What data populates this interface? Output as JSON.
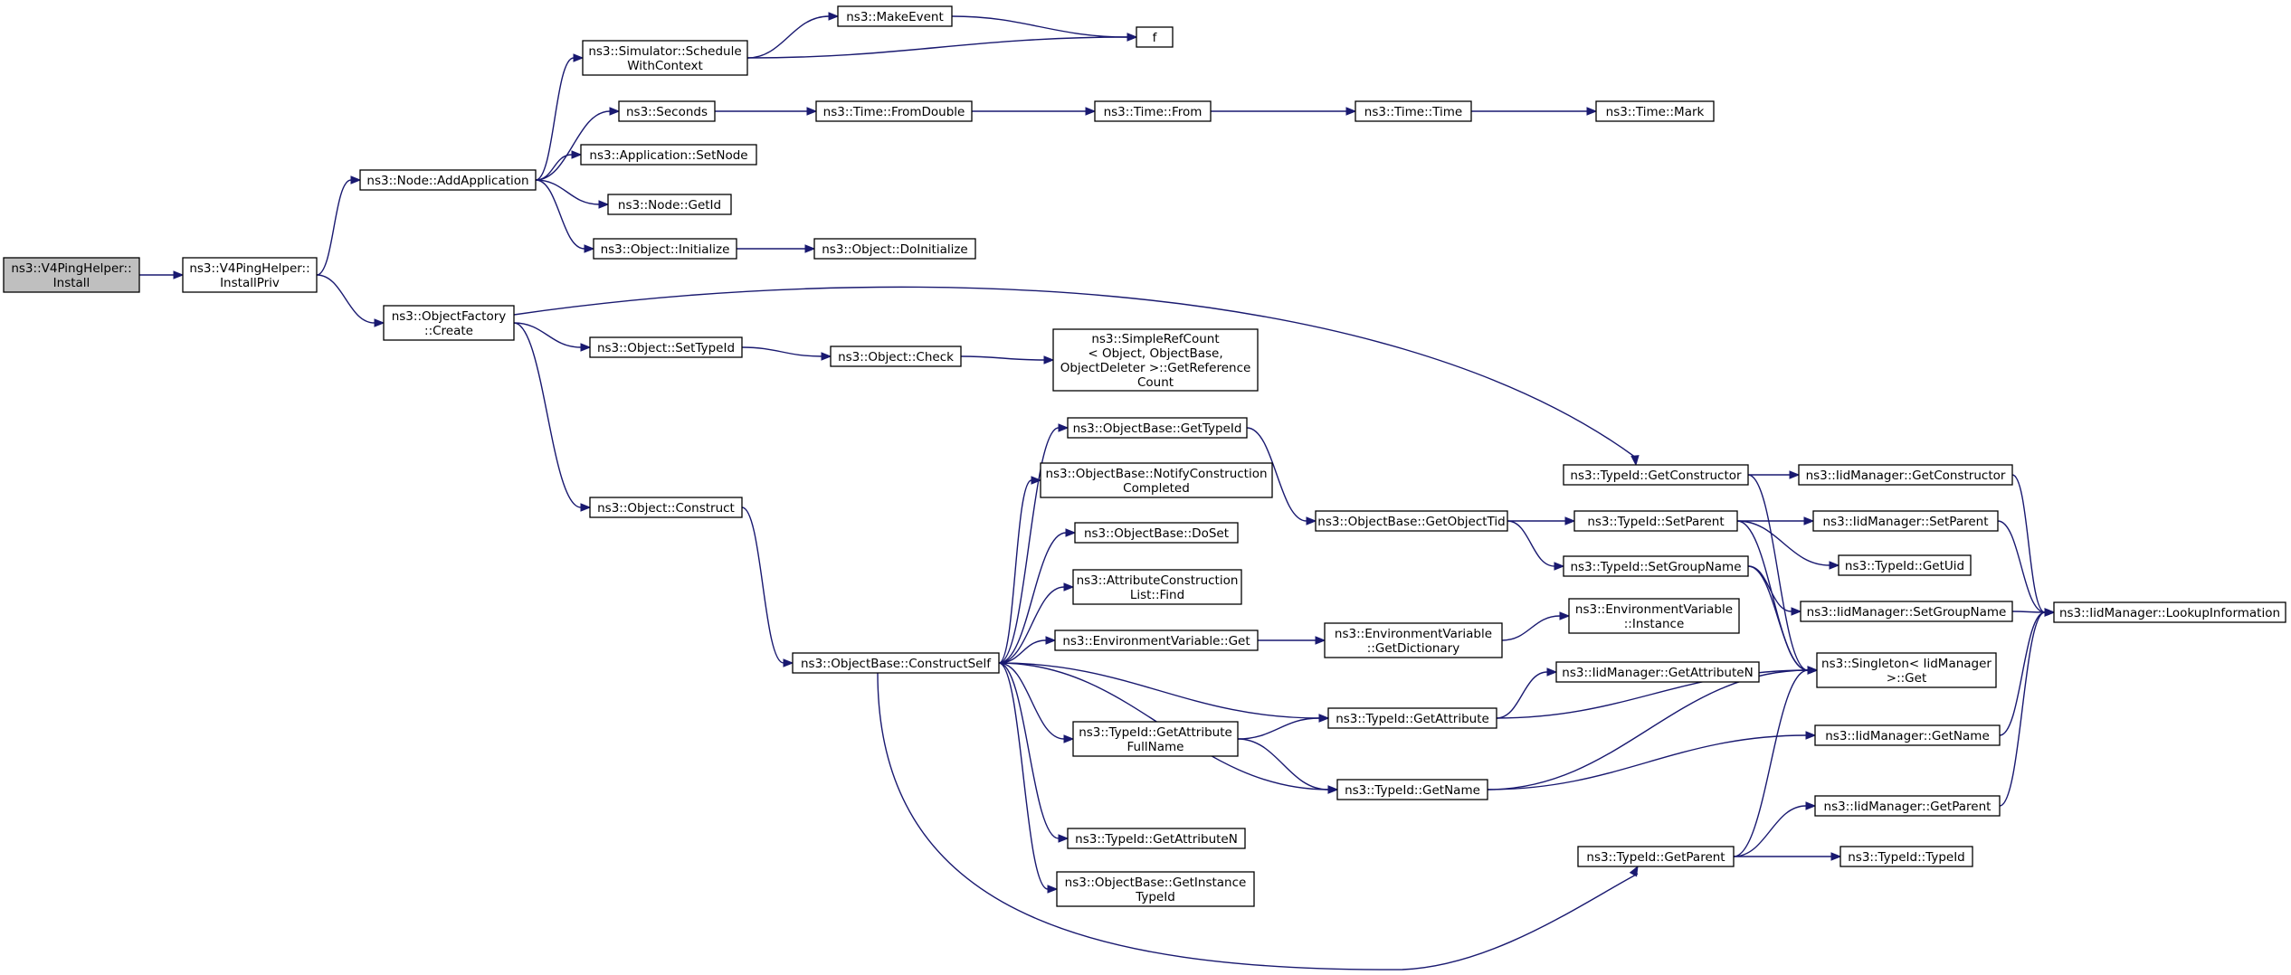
{
  "colors": {
    "edge": "#191970",
    "root_fill": "#bfbfbf",
    "node_fill": "#ffffff",
    "node_stroke": "#000000"
  },
  "nodes": {
    "install": {
      "lines": [
        "ns3::V4PingHelper::",
        "Install"
      ]
    },
    "installPriv": {
      "lines": [
        "ns3::V4PingHelper::",
        "InstallPriv"
      ]
    },
    "addApp": {
      "lines": [
        "ns3::Node::AddApplication"
      ]
    },
    "schedCtx": {
      "lines": [
        "ns3::Simulator::Schedule",
        "WithContext"
      ]
    },
    "makeEvent": {
      "lines": [
        "ns3::MakeEvent"
      ]
    },
    "f": {
      "lines": [
        "f"
      ]
    },
    "seconds": {
      "lines": [
        "ns3::Seconds"
      ]
    },
    "fromDouble": {
      "lines": [
        "ns3::Time::FromDouble"
      ]
    },
    "timeFrom": {
      "lines": [
        "ns3::Time::From"
      ]
    },
    "timeTime": {
      "lines": [
        "ns3::Time::Time"
      ]
    },
    "timeMark": {
      "lines": [
        "ns3::Time::Mark"
      ]
    },
    "setNode": {
      "lines": [
        "ns3::Application::SetNode"
      ]
    },
    "getId": {
      "lines": [
        "ns3::Node::GetId"
      ]
    },
    "initialize": {
      "lines": [
        "ns3::Object::Initialize"
      ]
    },
    "doInitialize": {
      "lines": [
        "ns3::Object::DoInitialize"
      ]
    },
    "ofCreate": {
      "lines": [
        "ns3::ObjectFactory",
        "::Create"
      ]
    },
    "setTypeId": {
      "lines": [
        "ns3::Object::SetTypeId"
      ]
    },
    "objCheck": {
      "lines": [
        "ns3::Object::Check"
      ]
    },
    "refCount": {
      "lines": [
        "ns3::SimpleRefCount",
        "< Object, ObjectBase,",
        "ObjectDeleter >::GetReference",
        "Count"
      ]
    },
    "construct": {
      "lines": [
        "ns3::Object::Construct"
      ]
    },
    "constructSelf": {
      "lines": [
        "ns3::ObjectBase::ConstructSelf"
      ]
    },
    "obGetTypeId": {
      "lines": [
        "ns3::ObjectBase::GetTypeId"
      ]
    },
    "notifyConstr": {
      "lines": [
        "ns3::ObjectBase::NotifyConstruction",
        "Completed"
      ]
    },
    "doSet": {
      "lines": [
        "ns3::ObjectBase::DoSet"
      ]
    },
    "acFind": {
      "lines": [
        "ns3::AttributeConstruction",
        "List::Find"
      ]
    },
    "envGet": {
      "lines": [
        "ns3::EnvironmentVariable::Get"
      ]
    },
    "getAttrFull": {
      "lines": [
        "ns3::TypeId::GetAttribute",
        "FullName"
      ]
    },
    "getAttrN": {
      "lines": [
        "ns3::TypeId::GetAttributeN"
      ]
    },
    "getInstTid": {
      "lines": [
        "ns3::ObjectBase::GetInstance",
        "TypeId"
      ]
    },
    "getObjTid": {
      "lines": [
        "ns3::ObjectBase::GetObjectTid"
      ]
    },
    "envDict": {
      "lines": [
        "ns3::EnvironmentVariable",
        "::GetDictionary"
      ]
    },
    "getAttr": {
      "lines": [
        "ns3::TypeId::GetAttribute"
      ]
    },
    "getName": {
      "lines": [
        "ns3::TypeId::GetName"
      ]
    },
    "getConstructor": {
      "lines": [
        "ns3::TypeId::GetConstructor"
      ]
    },
    "setParent": {
      "lines": [
        "ns3::TypeId::SetParent"
      ]
    },
    "setGroupName": {
      "lines": [
        "ns3::TypeId::SetGroupName"
      ]
    },
    "envInstance": {
      "lines": [
        "ns3::EnvironmentVariable",
        "::Instance"
      ]
    },
    "iidGetAttrN": {
      "lines": [
        "ns3::IidManager::GetAttributeN"
      ]
    },
    "getParent": {
      "lines": [
        "ns3::TypeId::GetParent"
      ]
    },
    "iidGetConstructor": {
      "lines": [
        "ns3::IidManager::GetConstructor"
      ]
    },
    "iidSetParent": {
      "lines": [
        "ns3::IidManager::SetParent"
      ]
    },
    "getUid": {
      "lines": [
        "ns3::TypeId::GetUid"
      ]
    },
    "iidSetGroupName": {
      "lines": [
        "ns3::IidManager::SetGroupName"
      ]
    },
    "singletonGet": {
      "lines": [
        "ns3::Singleton< IidManager",
        ">::Get"
      ]
    },
    "iidGetName": {
      "lines": [
        "ns3::IidManager::GetName"
      ]
    },
    "iidGetParent": {
      "lines": [
        "ns3::IidManager::GetParent"
      ]
    },
    "typeIdCtor": {
      "lines": [
        "ns3::TypeId::TypeId"
      ]
    },
    "lookupInfo": {
      "lines": [
        "ns3::IidManager::LookupInformation"
      ]
    }
  },
  "edges": [
    [
      "install",
      "installPriv"
    ],
    [
      "installPriv",
      "addApp"
    ],
    [
      "installPriv",
      "ofCreate"
    ],
    [
      "addApp",
      "schedCtx"
    ],
    [
      "addApp",
      "seconds"
    ],
    [
      "addApp",
      "setNode"
    ],
    [
      "addApp",
      "getId"
    ],
    [
      "addApp",
      "initialize"
    ],
    [
      "schedCtx",
      "makeEvent"
    ],
    [
      "schedCtx",
      "f"
    ],
    [
      "makeEvent",
      "f"
    ],
    [
      "seconds",
      "fromDouble"
    ],
    [
      "fromDouble",
      "timeFrom"
    ],
    [
      "timeFrom",
      "timeTime"
    ],
    [
      "timeTime",
      "timeMark"
    ],
    [
      "initialize",
      "doInitialize"
    ],
    [
      "ofCreate",
      "getConstructor"
    ],
    [
      "ofCreate",
      "setTypeId"
    ],
    [
      "ofCreate",
      "construct"
    ],
    [
      "setTypeId",
      "objCheck"
    ],
    [
      "objCheck",
      "refCount"
    ],
    [
      "construct",
      "constructSelf"
    ],
    [
      "constructSelf",
      "obGetTypeId"
    ],
    [
      "constructSelf",
      "notifyConstr"
    ],
    [
      "constructSelf",
      "doSet"
    ],
    [
      "constructSelf",
      "acFind"
    ],
    [
      "constructSelf",
      "envGet"
    ],
    [
      "constructSelf",
      "getAttr"
    ],
    [
      "constructSelf",
      "getAttrFull"
    ],
    [
      "constructSelf",
      "getName"
    ],
    [
      "constructSelf",
      "getAttrN"
    ],
    [
      "constructSelf",
      "getInstTid"
    ],
    [
      "constructSelf",
      "getParent"
    ],
    [
      "obGetTypeId",
      "getObjTid"
    ],
    [
      "getObjTid",
      "setParent"
    ],
    [
      "getObjTid",
      "setGroupName"
    ],
    [
      "envGet",
      "envDict"
    ],
    [
      "envDict",
      "envInstance"
    ],
    [
      "getAttrFull",
      "getAttr"
    ],
    [
      "getAttrFull",
      "getName"
    ],
    [
      "getAttr",
      "iidGetAttrN"
    ],
    [
      "getAttr",
      "singletonGet"
    ],
    [
      "getName",
      "singletonGet"
    ],
    [
      "getName",
      "iidGetName"
    ],
    [
      "getConstructor",
      "iidGetConstructor"
    ],
    [
      "getConstructor",
      "singletonGet"
    ],
    [
      "setParent",
      "iidSetParent"
    ],
    [
      "setParent",
      "getUid"
    ],
    [
      "setParent",
      "singletonGet"
    ],
    [
      "setGroupName",
      "iidSetGroupName"
    ],
    [
      "setGroupName",
      "singletonGet"
    ],
    [
      "getParent",
      "singletonGet"
    ],
    [
      "getParent",
      "iidGetParent"
    ],
    [
      "getParent",
      "typeIdCtor"
    ],
    [
      "iidGetConstructor",
      "lookupInfo"
    ],
    [
      "iidSetParent",
      "lookupInfo"
    ],
    [
      "iidSetGroupName",
      "lookupInfo"
    ],
    [
      "iidGetName",
      "lookupInfo"
    ],
    [
      "iidGetParent",
      "lookupInfo"
    ]
  ]
}
